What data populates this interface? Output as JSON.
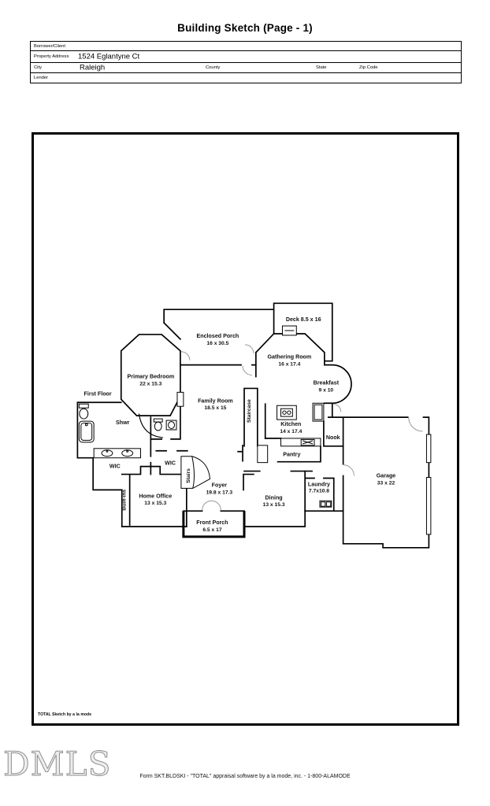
{
  "title": "Building Sketch (Page - 1)",
  "header_table": {
    "borrower_label": "Borrower/Client",
    "property_address_label": "Property Address",
    "property_address_value": "1524 Eglantyne Ct",
    "city_label": "City",
    "city_value": "Raleigh",
    "county_label": "County",
    "state_label": "State",
    "zip_label": "Zip Code",
    "lender_label": "Lender"
  },
  "sketch": {
    "watermark": "TOTAL Sketch by a la mode",
    "rooms": {
      "enclosed_porch": {
        "name": "Enclosed Porch",
        "dims": "16 x 30.5"
      },
      "deck": {
        "name": "Deck 8.5 x 16"
      },
      "gathering_room": {
        "name": "Gathering Room",
        "dims": "16 x 17.4"
      },
      "primary_bedroom": {
        "name": "Primary Bedroom",
        "dims": "22 x 15.3"
      },
      "breakfast": {
        "name": "Breakfast",
        "dims": "9 x 10"
      },
      "family_room": {
        "name": "Family Room",
        "dims": "18.5 x 15"
      },
      "kitchen": {
        "name": "Kitchen",
        "dims": "14 x 17.4"
      },
      "foyer": {
        "name": "Foyer",
        "dims": "19.8 x 17.3"
      },
      "home_office": {
        "name": "Home Office",
        "dims": "13 x 15.3"
      },
      "dining": {
        "name": "Dining",
        "dims": "13 x 15.3"
      },
      "laundry": {
        "name": "Laundry",
        "dims": "7.7x10.8"
      },
      "garage": {
        "name": "Garage",
        "dims": "33 x 22"
      },
      "front_porch": {
        "name": "Front Porch",
        "dims": "6.5 x 17"
      }
    },
    "labels": {
      "first_floor": "First Floor",
      "shwr": "Shwr",
      "wic_left": "WIC",
      "wic_right": "WIC",
      "nook": "Nook",
      "pantry": "Pantry",
      "stairs": "Stairs",
      "staircase": "Staircase",
      "built_ins": "Built-ins"
    }
  },
  "footer": {
    "logo_text": "DMLS",
    "form_line": "Form SKT.BLDSKI - \"TOTAL\" appraisal software by a la mode, inc. - 1-800-ALAMODE"
  }
}
